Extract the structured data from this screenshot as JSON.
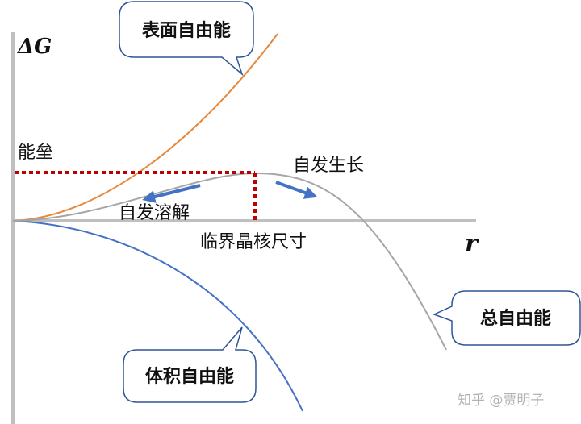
{
  "axes": {
    "y_title": "ΔG",
    "x_title": "r"
  },
  "labels": {
    "energy_barrier": "能垒",
    "spontaneous_growth": "自发生长",
    "spontaneous_dissolution": "自发溶解",
    "critical_nucleus_size": "临界晶核尺寸"
  },
  "callouts": {
    "surface": "表面自由能",
    "total": "总自由能",
    "volume": "体积自由能"
  },
  "watermark": "知乎 @贾明子",
  "colors": {
    "surface_curve": "#E8883A",
    "volume_curve": "#4472C4",
    "total_curve": "#A6A6A6",
    "axis": "#BFBFBF",
    "dashed_guides": "#C00000",
    "arrows": "#4472C4",
    "callout_border": "#2F5597"
  }
}
